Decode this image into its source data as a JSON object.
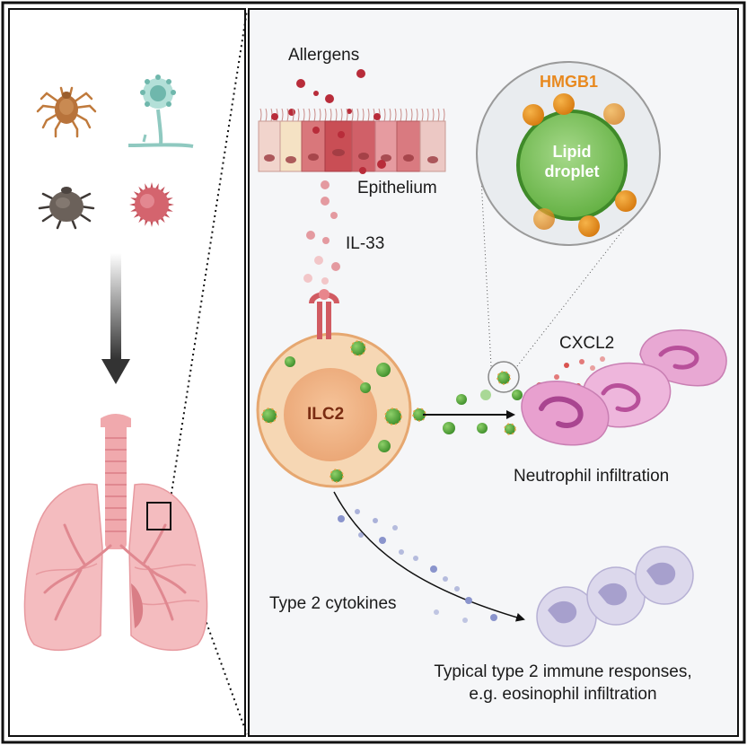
{
  "labels": {
    "allergens": "Allergens",
    "epithelium": "Epithelium",
    "il33": "IL-33",
    "hmgb1": "HMGB1",
    "lipid_line1": "Lipid",
    "lipid_line2": "droplet",
    "ilc2": "ILC2",
    "cxcl2": "CXCL2",
    "neutrophil": "Neutrophil infiltration",
    "type2_cytokines": "Type 2 cytokines",
    "type2_response_line1": "Typical type 2 immune responses,",
    "type2_response_line2": "e.g. eosinophil infiltration"
  },
  "colors": {
    "left_panel_bg": "#ffffff",
    "right_panel_bg": "#f5f6f8",
    "hmgb1_orange": "#e8891f",
    "lipid_green": "#5fae3e",
    "ilc2_fill": "#f4c8a0",
    "neutrophil_pink": "#e8a6d2",
    "eosinophil_lavender": "#d8d4ea",
    "epithelium_red": "#c9585c",
    "cytokine_blue": "#8a94cc",
    "lung_pink": "#f2b2b6",
    "arrow_gray": "#444444"
  },
  "icons": [
    "tick-icon",
    "fungus-icon",
    "dust-mite-icon",
    "pollen-icon",
    "lungs-icon"
  ]
}
